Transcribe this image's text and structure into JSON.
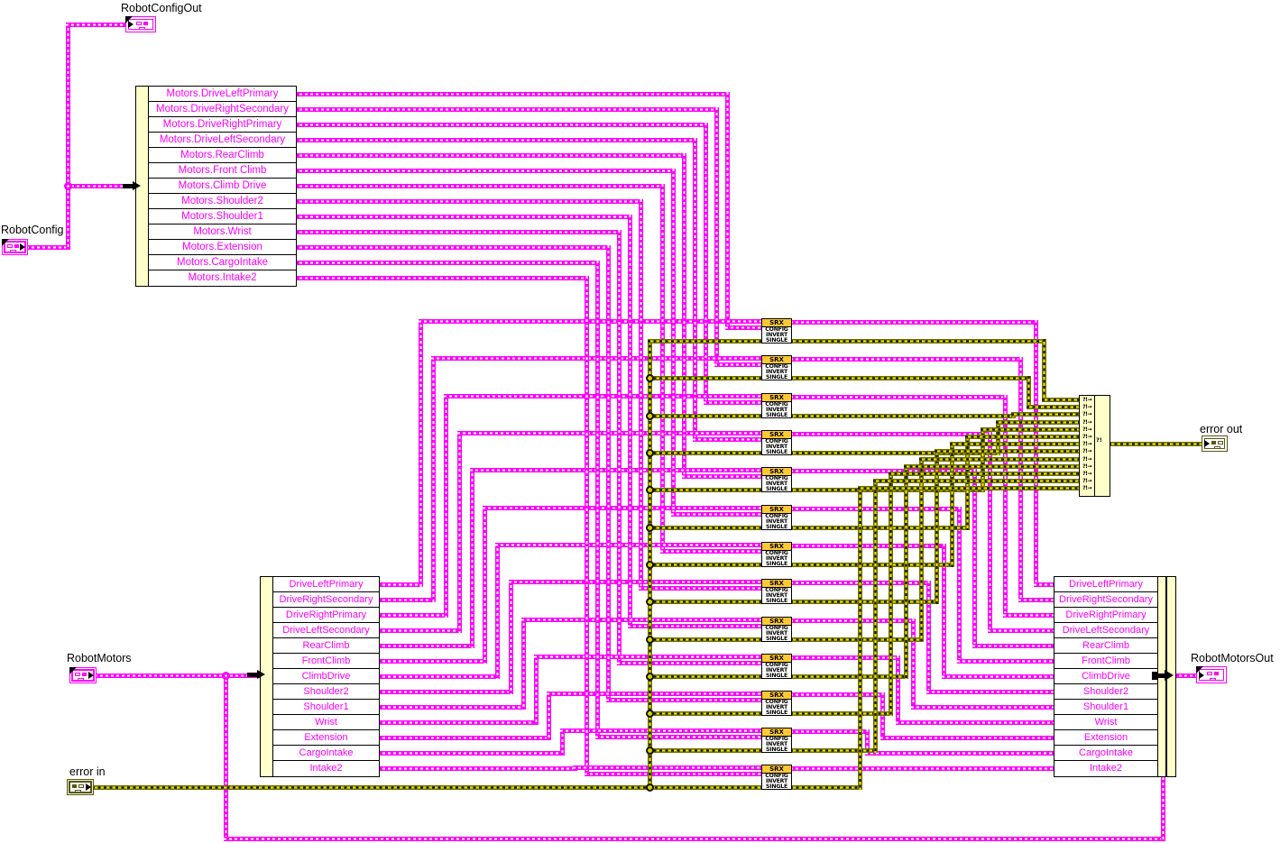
{
  "colors": {
    "cluster_wire": "#fc00fc",
    "error_wire_yellow": "#e8e300",
    "error_wire_dark": "#56561a",
    "node_fill": "#ffffc9",
    "srx_header_fill": "#ffc933",
    "element_text": "#fc00fc"
  },
  "terminals": {
    "robot_config_out": "RobotConfigOut",
    "robot_config": "RobotConfig",
    "robot_motors": "RobotMotors",
    "robot_motors_out": "RobotMotorsOut",
    "error_in": "error in",
    "error_out": "error out"
  },
  "unbundle_config": {
    "items": [
      "Motors.DriveLeftPrimary",
      "Motors.DriveRightSecondary",
      "Motors.DriveRightPrimary",
      "Motors.DriveLeftSecondary",
      "Motors.RearClimb",
      "Motors.Front Climb",
      "Motors.Climb Drive",
      "Motors.Shoulder2",
      "Motors.Shoulder1",
      "Motors.Wrist",
      "Motors.Extension",
      "Motors.CargoIntake",
      "Motors.Intake2"
    ]
  },
  "unbundle_motors": {
    "items": [
      "DriveLeftPrimary",
      "DriveRightSecondary",
      "DriveRightPrimary",
      "DriveLeftSecondary",
      "RearClimb",
      "FrontClimb",
      "ClimbDrive",
      "Shoulder2",
      "Shoulder1",
      "Wrist",
      "Extension",
      "CargoIntake",
      "Intake2"
    ]
  },
  "bundle_motors": {
    "items": [
      "DriveLeftPrimary",
      "DriveRightSecondary",
      "DriveRightPrimary",
      "DriveLeftSecondary",
      "RearClimb",
      "FrontClimb",
      "ClimbDrive",
      "Shoulder2",
      "Shoulder1",
      "Wrist",
      "Extension",
      "CargoIntake",
      "Intake2"
    ]
  },
  "srx_vi": {
    "header": "SRX",
    "body_lines": [
      "CONFIG",
      "INVERT",
      "SINGLE"
    ],
    "instance_count": 13
  },
  "merge_errors": {
    "input_glyph": "?!→",
    "output_glyph": "?!",
    "input_count": 13
  }
}
